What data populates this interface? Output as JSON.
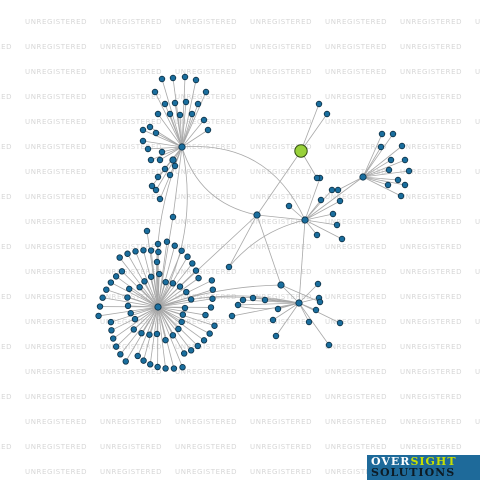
{
  "watermark": {
    "text": "UNREGISTERED"
  },
  "brand": {
    "word1": "OVER",
    "word2": "SIGHT",
    "word3": "SOLUTIONS"
  },
  "colors": {
    "node": "#1a6e9e",
    "focus_node": "#98d13a",
    "edge": "#a8a8a8",
    "watermark": "#d7d7d7",
    "brand_bg": "#1e6a9a",
    "brand_highlight": "#c8e000"
  },
  "graph": {
    "focus_node": "n0",
    "hub_nodes": [
      "h1",
      "h2",
      "h3",
      "h4",
      "h5",
      "h6",
      "h7"
    ]
  }
}
